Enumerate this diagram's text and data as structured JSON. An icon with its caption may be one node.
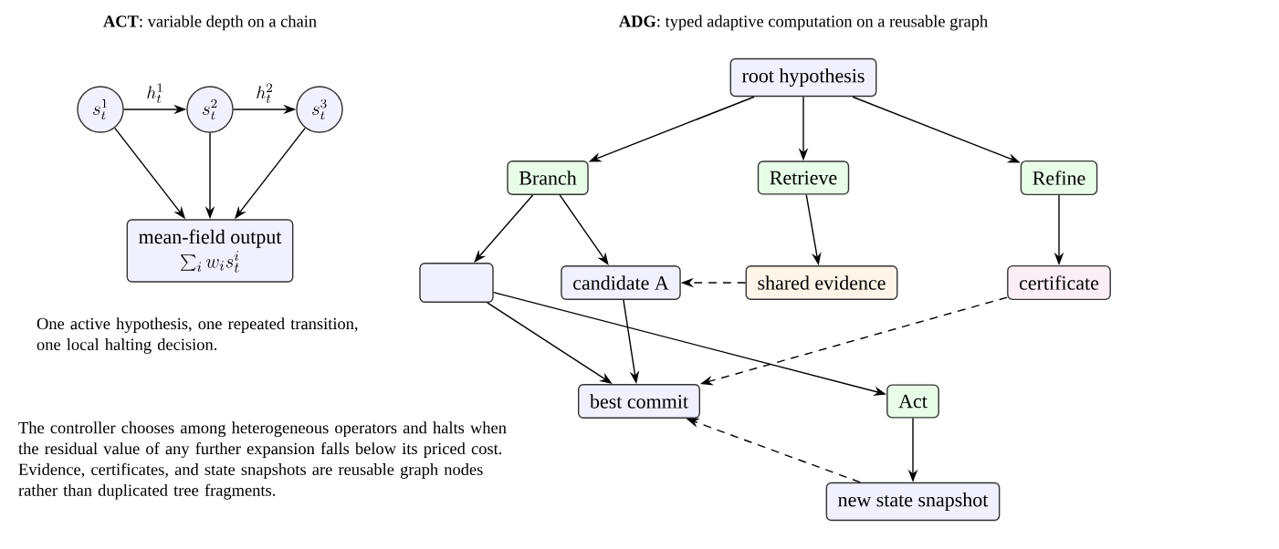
{
  "diagram": {
    "nodes": [
      {
        "text": [
          "s_t^1"
        ]
      },
      {
        "text": [
          "s_t^2"
        ]
      },
      {
        "text": [
          "s_t^3"
        ]
      },
      {
        "text": [
          "mean-field output",
          "\\sum_i w_i s_t^i"
        ]
      },
      {
        "text": [
          "root hypothesis"
        ]
      },
      {
        "text": [
          "Branch"
        ]
      },
      {
        "text": [
          "Retrieve"
        ]
      },
      {
        "text": [
          "Refine"
        ]
      },
      {
        "text": [
          "candidate A"
        ]
      },
      {
        "text": [],
        "shape": "box"
      },
      {
        "text": [
          "shared evidence"
        ]
      },
      {
        "text": [
          "certificate"
        ]
      },
      {
        "text": [
          "best commit"
        ]
      },
      {
        "text": [
          "Act"
        ]
      },
      {
        "text": [
          "new state snapshot"
        ]
      }
    ],
    "edges": [
      {
        "from": 0,
        "to": 1,
        "arrow": "to",
        "label": "h_t^1"
      },
      {
        "from": 1,
        "to": 2,
        "arrow": "to",
        "label": "h_t^2"
      },
      {
        "from": 0,
        "to": 3,
        "arrow": "to"
      },
      {
        "from": 1,
        "to": 3,
        "arrow": "to"
      },
      {
        "from": 2,
        "to": 3,
        "arrow": "to"
      },
      {
        "from": 4,
        "to": 5,
        "arrow": "to"
      },
      {
        "from": 4,
        "to": 6,
        "arrow": "to"
      },
      {
        "from": 4,
        "to": 7,
        "arrow": "to"
      },
      {
        "from": 5,
        "to": 8,
        "arrow": "to"
      },
      {
        "from": 5,
        "to": 9,
        "arrow": "to"
      },
      {
        "from": 6,
        "to": 10,
        "arrow": "to"
      },
      {
        "from": 7,
        "to": 11,
        "arrow": "to"
      },
      {
        "from": 10,
        "to": 8,
        "arrow": "to",
        "style": "dashed"
      },
      {
        "from": 8,
        "to": 12,
        "arrow": "to"
      },
      {
        "from": 9,
        "to": 12,
        "arrow": "to"
      },
      {
        "from": 9,
        "to": 13,
        "arrow": "to"
      },
      {
        "from": 11,
        "to": 12,
        "arrow": "to",
        "style": "dashed"
      },
      {
        "from": 13,
        "to": 14,
        "arrow": "to"
      },
      {
        "from": 14,
        "to": 12,
        "arrow": "to",
        "style": "dashed"
      }
    ],
    "labels": [
      "**ACT**: variable depth on a chain",
      "**ADG**: typed adaptive computation on a reusable graph",
      "One active hypothesis, one repeated transition, one local halting decision.",
      "The controller chooses among heterogeneous operators and halts when the residual value of any further expansion falls below its priced cost. Evidence, certificates, and state snapshots are reusable graph nodes rather than duplicated tree fragments."
    ]
  }
}
